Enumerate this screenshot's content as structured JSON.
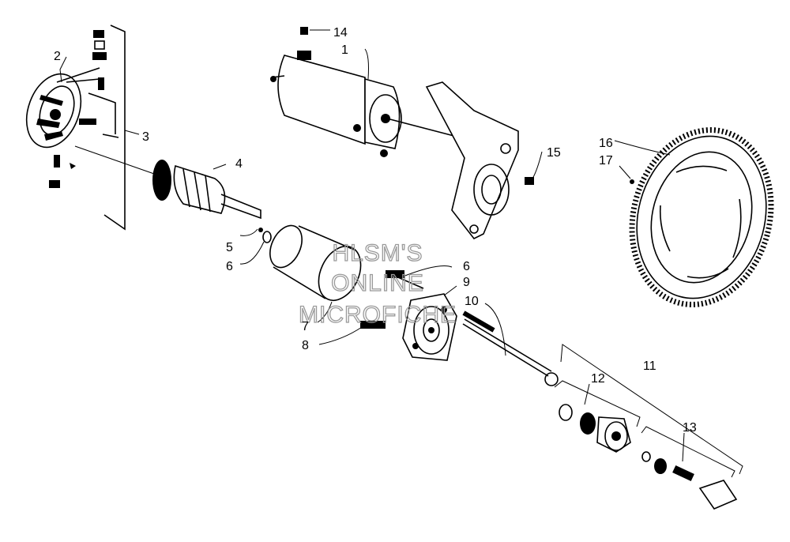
{
  "callouts": [
    {
      "id": "1",
      "text": "1"
    },
    {
      "id": "2",
      "text": "2"
    },
    {
      "id": "3",
      "text": "3"
    },
    {
      "id": "4",
      "text": "4"
    },
    {
      "id": "5",
      "text": "5"
    },
    {
      "id": "6a",
      "text": "6"
    },
    {
      "id": "6b",
      "text": "6"
    },
    {
      "id": "7",
      "text": "7"
    },
    {
      "id": "8",
      "text": "8"
    },
    {
      "id": "9",
      "text": "9"
    },
    {
      "id": "10",
      "text": "10"
    },
    {
      "id": "11",
      "text": "11"
    },
    {
      "id": "12",
      "text": "12"
    },
    {
      "id": "13",
      "text": "13"
    },
    {
      "id": "14",
      "text": "14"
    },
    {
      "id": "15",
      "text": "15"
    },
    {
      "id": "16",
      "text": "16"
    },
    {
      "id": "17",
      "text": "17"
    }
  ],
  "watermark": {
    "line1": "HLSM'S",
    "line2": "ONLINE",
    "line3": "MICROFICHE"
  }
}
